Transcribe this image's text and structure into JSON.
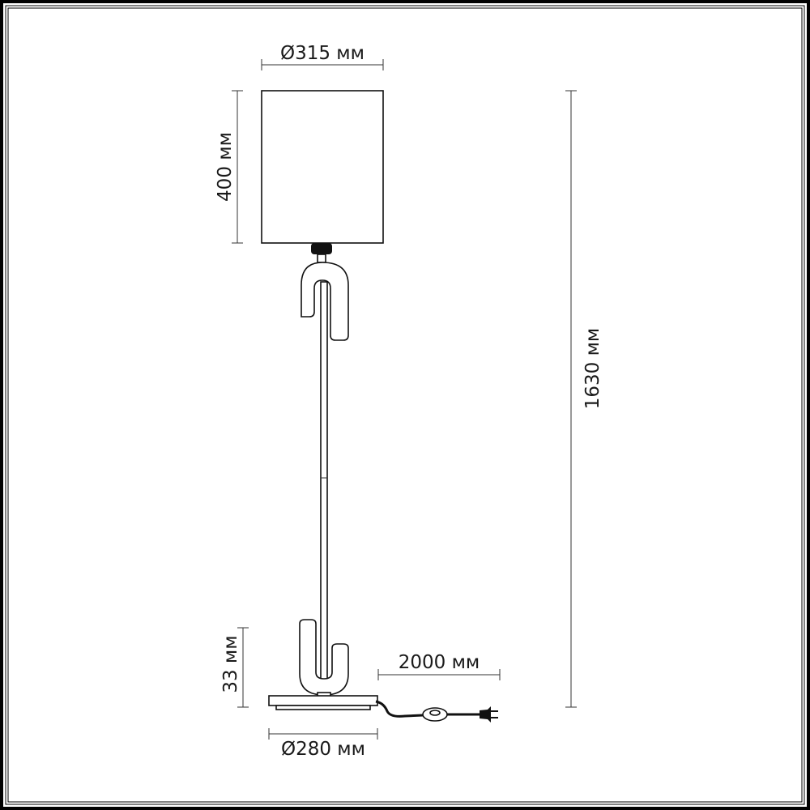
{
  "dimensions": {
    "shade_diameter": "Ø315 мм",
    "shade_height": "400 мм",
    "total_height": "1630 мм",
    "base_height": "33 мм",
    "cable_length": "2000 мм",
    "base_diameter": "Ø280 мм"
  },
  "colors": {
    "line": "#111111",
    "background": "#ffffff"
  }
}
